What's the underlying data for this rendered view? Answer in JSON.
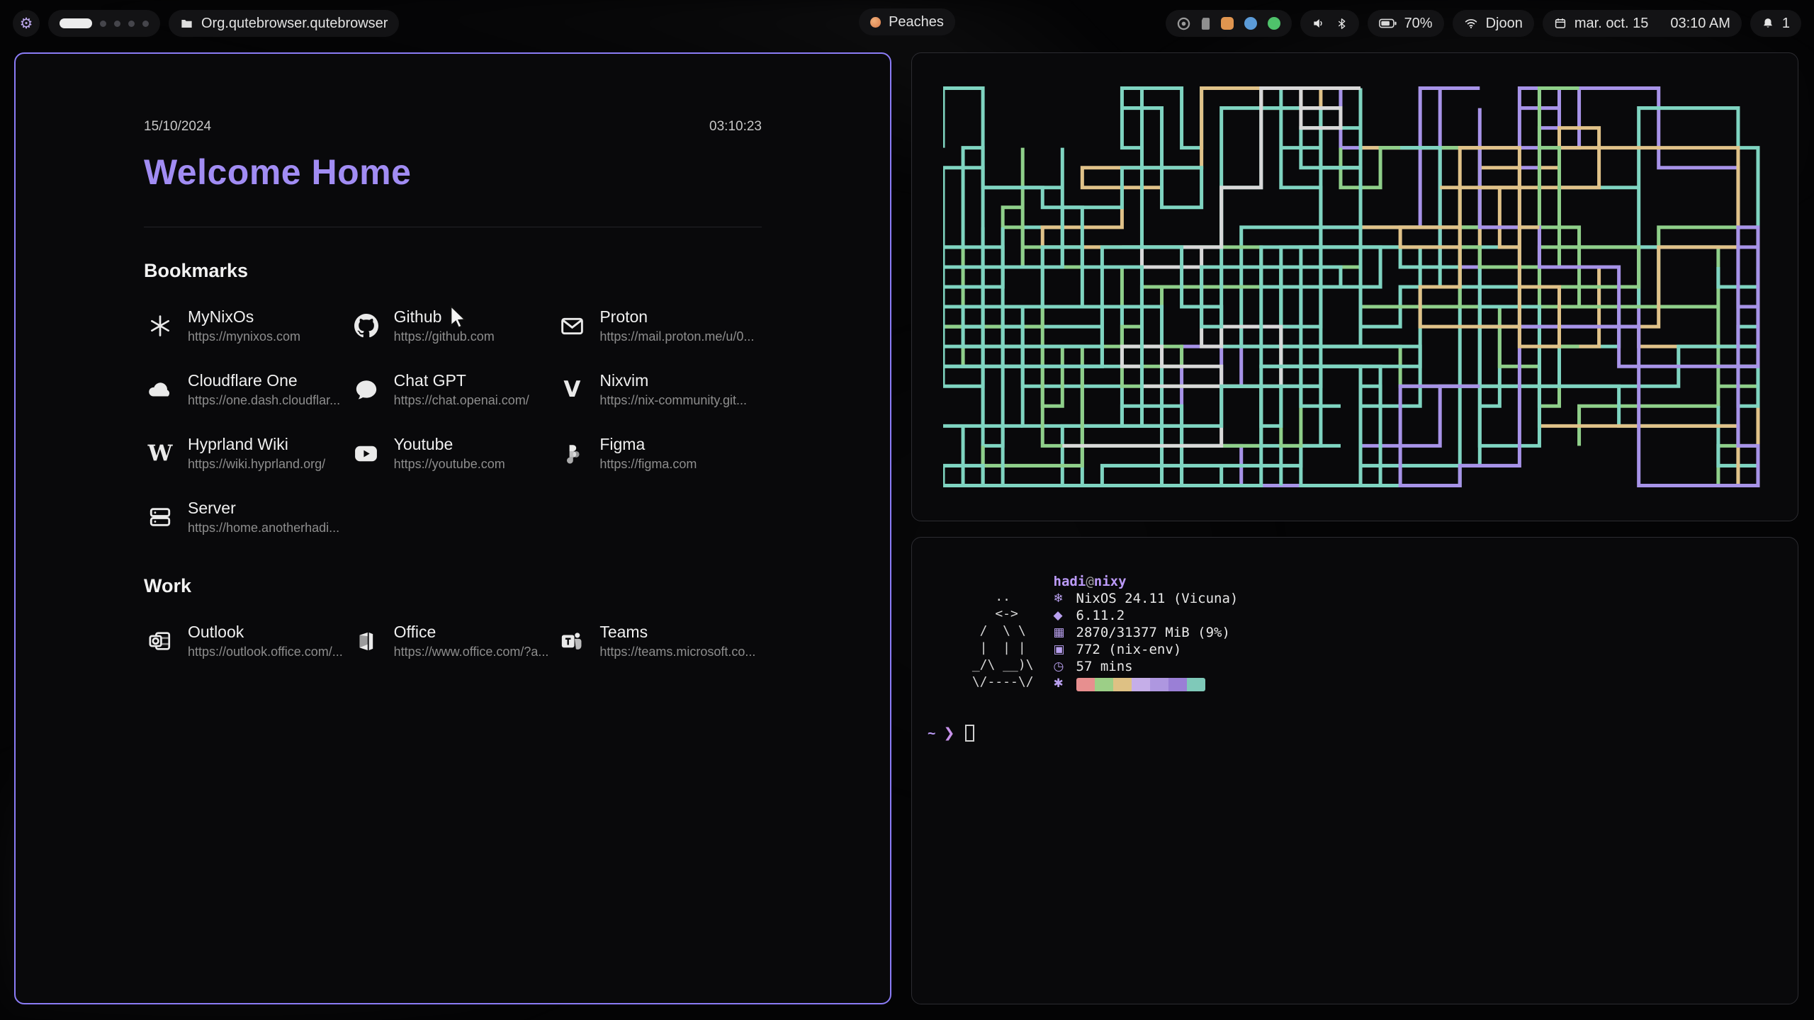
{
  "accent": "#8b7cf6",
  "topbar": {
    "launcher_glyph": "⚙",
    "workspaces": {
      "total": 5,
      "active": 1
    },
    "window_title": "Org.qutebrowser.qutebrowser",
    "media": {
      "label": "Peaches",
      "dot_color": "#e0894f"
    },
    "tray_colors": {
      "orange": "#e0954f",
      "blue": "#5b9bd8",
      "green": "#4fc36b",
      "gray": "#9a9a9a"
    },
    "battery": {
      "percent": "70%"
    },
    "network": {
      "name": "Djoon"
    },
    "clock": {
      "date": "mar. oct. 15",
      "time": "03:10 AM"
    },
    "notifications": {
      "count": "1"
    }
  },
  "startpage": {
    "date": "15/10/2024",
    "time": "03:10:23",
    "title": "Welcome Home",
    "title_color": "#a18cf3",
    "sections": [
      {
        "heading": "Bookmarks",
        "items": [
          {
            "label": "MyNixOs",
            "url": "https://mynixos.com",
            "icon": "nix-snowflake-icon"
          },
          {
            "label": "Github",
            "url": "https://github.com",
            "icon": "github-icon"
          },
          {
            "label": "Proton",
            "url": "https://mail.proton.me/u/0...",
            "icon": "mail-icon"
          },
          {
            "label": "Cloudflare One",
            "url": "https://one.dash.cloudflar...",
            "icon": "cloud-icon"
          },
          {
            "label": "Chat GPT",
            "url": "https://chat.openai.com/",
            "icon": "chat-bubble-icon"
          },
          {
            "label": "Nixvim",
            "url": "https://nix-community.git...",
            "icon": "vim-icon"
          },
          {
            "label": "Hyprland Wiki",
            "url": "https://wiki.hyprland.org/",
            "icon": "wiki-icon"
          },
          {
            "label": "Youtube",
            "url": "https://youtube.com",
            "icon": "youtube-icon"
          },
          {
            "label": "Figma",
            "url": "https://figma.com",
            "icon": "figma-icon"
          },
          {
            "label": "Server",
            "url": "https://home.anotherhadi...",
            "icon": "server-icon"
          }
        ]
      },
      {
        "heading": "Work",
        "items": [
          {
            "label": "Outlook",
            "url": "https://outlook.office.com/...",
            "icon": "outlook-icon"
          },
          {
            "label": "Office",
            "url": "https://www.office.com/?a...",
            "icon": "office-icon"
          },
          {
            "label": "Teams",
            "url": "https://teams.microsoft.co...",
            "icon": "teams-icon"
          }
        ]
      }
    ]
  },
  "fetch": {
    "user": "hadi",
    "at": "@",
    "host": "nixy",
    "ascii_art": [
      "    ..",
      "    <->",
      "  /  \\ \\",
      "  |  | |",
      " _/\\ __)\\",
      " \\/----\\/"
    ],
    "lines": [
      {
        "icon": "❄",
        "name": "os",
        "text": "NixOS 24.11 (Vicuna)"
      },
      {
        "icon": "◆",
        "name": "kernel",
        "text": "6.11.2"
      },
      {
        "icon": "▦",
        "name": "memory",
        "text": "2870/31377 MiB (9%)"
      },
      {
        "icon": "▣",
        "name": "packages",
        "text": "772 (nix-env)"
      },
      {
        "icon": "◷",
        "name": "uptime",
        "text": "57 mins"
      }
    ],
    "palette_icon": "✱",
    "palette": [
      "#e78f8f",
      "#9ccf87",
      "#dec184",
      "#c5aee8",
      "#ae97e0",
      "#9a7fd6",
      "#7fc9b9"
    ],
    "prompt": {
      "cwd": "~",
      "chevron": "❯"
    }
  },
  "pipes": {
    "seed": 11,
    "count": 26,
    "step": 28,
    "stroke": 5,
    "colors": [
      "#7fd4c1",
      "#7fd4c1",
      "#7fd4c1",
      "#8fcf8a",
      "#8fcf8a",
      "#a793e8",
      "#a793e8",
      "#e0c289",
      "#d8d8d8"
    ]
  }
}
